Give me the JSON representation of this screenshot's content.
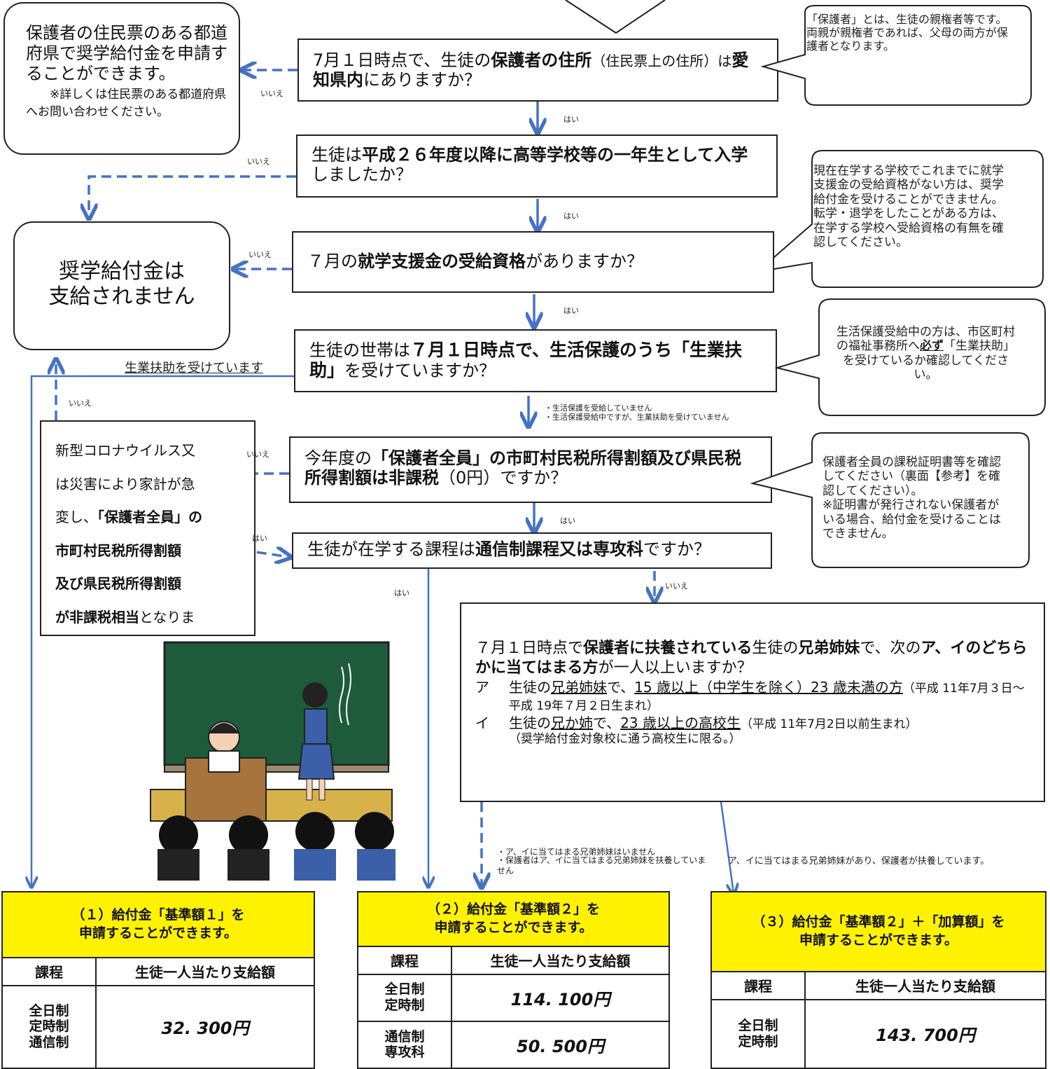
{
  "q1": {
    "pre": "7月１日時点で、生徒の",
    "b1": "保護者の住所",
    "mid": "（住民票上の住所）は",
    "b2": "愛知県内",
    "post": "にありますか？"
  },
  "q2": {
    "pre": "生徒は",
    "b1": "平成２６年度以降に高等学校等の一年生として入学",
    "post": "しましたか？"
  },
  "q3": {
    "pre": "７月の",
    "b1": "就学支援金の受給資格",
    "post": "がありますか？"
  },
  "q4": {
    "pre": "生徒の世帯は",
    "b1": "７月１日時点で、生活保護のうち「生業扶助」",
    "post": "を受けていますか？"
  },
  "q5": {
    "pre": "今年度の",
    "b1": "「保護者全員」の市町村民税所得割額及び県民税所得割額は非課税",
    "post": "（0円）ですか？"
  },
  "q6": {
    "pre": "生徒が在学する課程は",
    "b1": "通信制課程又は専攻科",
    "post": "ですか？"
  },
  "q7": {
    "pre": "７月１日時点で",
    "b1": "保護者に扶養されている",
    "mid": "生徒の",
    "b2": "兄弟姉妹",
    "mid2": "で、次の",
    "b3": "ア、イのどちらかに当てはまる方",
    "post": "が一人以上いますか？",
    "a_mark": "ア",
    "a_pre": "生徒の",
    "a_u1": "兄弟姉妹",
    "a_mid": "で、",
    "a_u2": "15 歳以上（中学生を除く）23 歳未満の方",
    "a_post": "（平成 11年7月３日～平成 19年７月２日生まれ）",
    "i_mark": "イ",
    "i_pre": "生徒の",
    "i_u1": "兄か姉",
    "i_mid": "で、",
    "i_u2": "23 歳以上の高校生",
    "i_post": "（平成 11年7月2日以前生まれ）",
    "note": "（奨学給付金対象校に通う高校生に限る。）"
  },
  "left_top": {
    "text": "保護者の住民票のある都道府県で奨学給付金を申請することができます。",
    "note": "※詳しくは住民票のある都道府県へお問い合わせください。"
  },
  "not_paid": {
    "line1": "奨学給付金は",
    "line2": "支給されません"
  },
  "corona": {
    "l1": "新型コロナウイルス又",
    "l2": "は災害により家計が急",
    "l3a": "変し、",
    "l3b": "「保護者全員」の",
    "l4": "市町村民税所得割額",
    "l5": "及び県民税所得割額",
    "l6a": "が非課税相当",
    "l6b": "となりま"
  },
  "notes": {
    "n1": "「保護者」とは、生徒の親権者等です。\n両親が親権者であれば、父母の両方が保護者となります。",
    "n2": "現在在学する学校でこれまでに就学支援金の受給資格がない方は、奨学給付金を受けることができません。転学・退学をしたことがある方は、在学する学校へ受給資格の有無を確認してください。",
    "n3a": "生活保護受給中の方は、市区町村の福祉事務所へ",
    "n3b": "必ず",
    "n3c": "「生業扶助」を受けているか確認してください。",
    "n4": "保護者全員の課税証明書等を確認してください（裏面【参考】を確認してください）。\n※証明書が発行されない保護者がいる場合、給付金を受けることはできません。"
  },
  "labels": {
    "yes": "はい",
    "no": "いいえ",
    "receiving": "生業扶助を受けています",
    "welfare1": "・生活保護を受給していません",
    "welfare2": "・生活保護受給中ですが、生業扶助を受けていません",
    "none1": "・ア、イに当てはまる兄弟姉妹はいません",
    "none2": "・保護者はア、イに当てはまる兄弟姉妹を扶養していません",
    "has": "ア、イに当てはまる兄弟姉妹があり、保護者が扶養しています。"
  },
  "tables": {
    "t1": {
      "title1": "（１）給付金「基準額１」を",
      "title2": "申請することができます。",
      "c1": "課程",
      "c2": "生徒一人当たり支給額",
      "course": "全日制\n定時制\n通信制",
      "amount": "32. 300円"
    },
    "t2": {
      "title1": "（２）給付金「基準額２」を",
      "title2": "申請することができます。",
      "c1": "課程",
      "c2": "生徒一人当たり支給額",
      "course1": "全日制\n定時制",
      "amount1": "114. 100円",
      "course2": "通信制\n専攻科",
      "amount2": "50. 500円"
    },
    "t3": {
      "title1": "（３）給付金「基準額２」＋「加算額」を",
      "title2": "申請することができます。",
      "c1": "課程",
      "c2": "生徒一人当たり支給額",
      "course": "全日制\n定時制",
      "amount": "143. 700円"
    }
  },
  "colors": {
    "arrow": "#4472c4",
    "header_yellow": "#fff200",
    "board": "#1e5b3a"
  }
}
